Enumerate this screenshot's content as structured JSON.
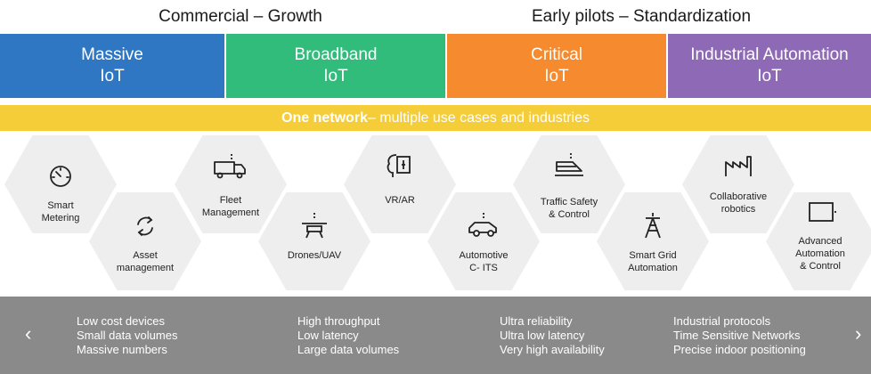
{
  "phases": {
    "left": "Commercial – Growth",
    "right": "Early pilots – Standardization"
  },
  "categories": [
    {
      "line1": "Massive",
      "line2": "IoT",
      "color": "#2F77C2"
    },
    {
      "line1": "Broadband",
      "line2": "IoT",
      "color": "#32BC7B"
    },
    {
      "line1": "Critical",
      "line2": "IoT",
      "color": "#F58A2E"
    },
    {
      "line1": "Industrial Automation",
      "line2": "IoT",
      "color": "#8E69B5"
    }
  ],
  "banner": {
    "bold": "One network",
    "rest": "– multiple use cases and industries",
    "color": "#F4CD38"
  },
  "use_cases": [
    {
      "line1": "Smart",
      "line2": "Metering",
      "icon": "gauge-icon"
    },
    {
      "line1": "Asset",
      "line2": "management",
      "icon": "refresh-icon"
    },
    {
      "line1": "Fleet",
      "line2": "Management",
      "icon": "truck-icon"
    },
    {
      "line1": "Drones/UAV",
      "line2": "",
      "icon": "drone-icon"
    },
    {
      "line1": "VR/AR",
      "line2": "",
      "icon": "brain-headset-icon"
    },
    {
      "line1": "Automotive",
      "line2": "C- ITS",
      "icon": "car-icon"
    },
    {
      "line1": "Traffic Safety",
      "line2": "& Control",
      "icon": "train-icon"
    },
    {
      "line1": "Smart Grid",
      "line2": "Automation",
      "icon": "power-tower-icon"
    },
    {
      "line1": "Collaborative",
      "line2": "robotics",
      "icon": "factory-icon"
    },
    {
      "line1": "Advanced",
      "line2": "Automation",
      "line3": "& Control",
      "icon": "screen-icon"
    }
  ],
  "footer": {
    "prev": "‹",
    "next": "›",
    "columns": [
      [
        "Low cost devices",
        "Small data volumes",
        "Massive numbers"
      ],
      [
        "High throughput",
        "Low latency",
        "Large data volumes"
      ],
      [
        "Ultra reliability",
        "Ultra low latency",
        "Very high availability"
      ],
      [
        "Industrial protocols",
        "Time Sensitive Networks",
        "Precise indoor positioning"
      ]
    ]
  }
}
